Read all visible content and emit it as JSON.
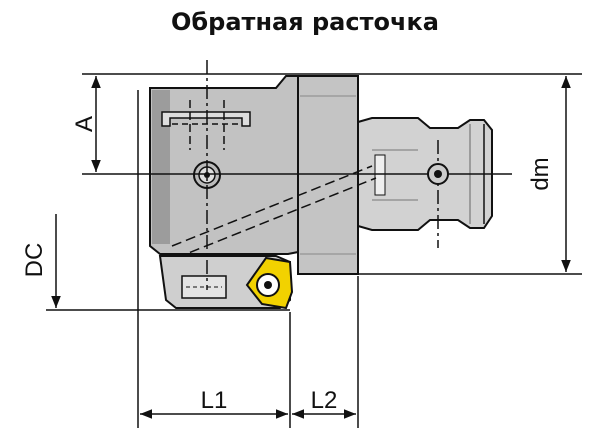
{
  "title": "Обратная расточка",
  "labels": {
    "a": "A",
    "dc": "DC",
    "dm": "dm",
    "l1": "L1",
    "l2": "L2"
  },
  "colors": {
    "body": "#c9c9c9",
    "body_dark": "#9a9a9a",
    "shank": "#d0d0d0",
    "insert": "#f2d200",
    "line": "#111111"
  }
}
